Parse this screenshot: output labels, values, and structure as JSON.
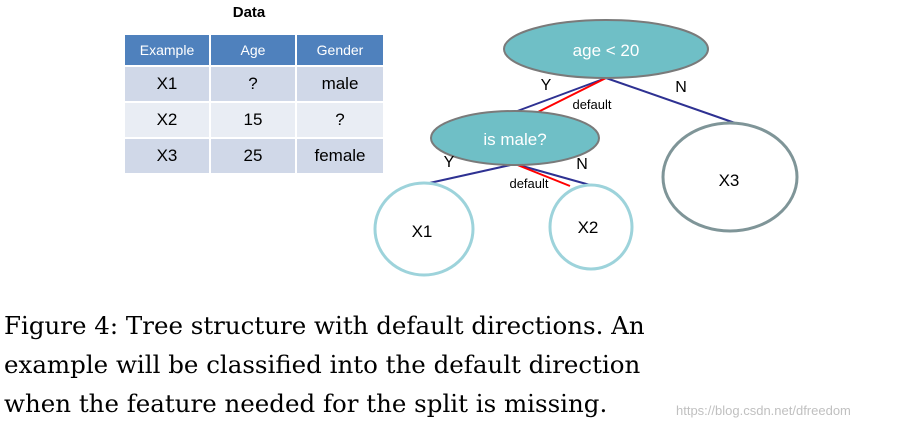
{
  "data_table": {
    "title": "Data",
    "headers": [
      "Example",
      "Age",
      "Gender"
    ],
    "rows": [
      [
        "X1",
        "?",
        "male"
      ],
      [
        "X2",
        "15",
        "?"
      ],
      [
        "X3",
        "25",
        "female"
      ]
    ]
  },
  "tree": {
    "root_label": "age < 20",
    "inner_label": "is male?",
    "root_yes_label": "Y",
    "root_no_label": "N",
    "root_default_label": "default",
    "inner_yes_label": "Y",
    "inner_no_label": "N",
    "inner_default_label": "default",
    "leaf_x1": "X1",
    "leaf_x2": "X2",
    "leaf_x3": "X3"
  },
  "caption": {
    "line1": "Figure 4: Tree structure with default directions. An",
    "line2": "example will be classified into the default direction",
    "line3": "when the feature needed for the split is missing."
  },
  "watermark": "https://blog.csdn.net/dfreedom",
  "colors": {
    "header_blue": "#4f81bd",
    "row_light": "#d0d8e8",
    "row_lighter": "#e9edf4",
    "decision_node_fill": "#6fbfc6",
    "leaf_border_light": "#9dd3db",
    "leaf_border_dark": "#7f9598",
    "branch_line": "#2e3192",
    "default_line": "#ff0000"
  }
}
